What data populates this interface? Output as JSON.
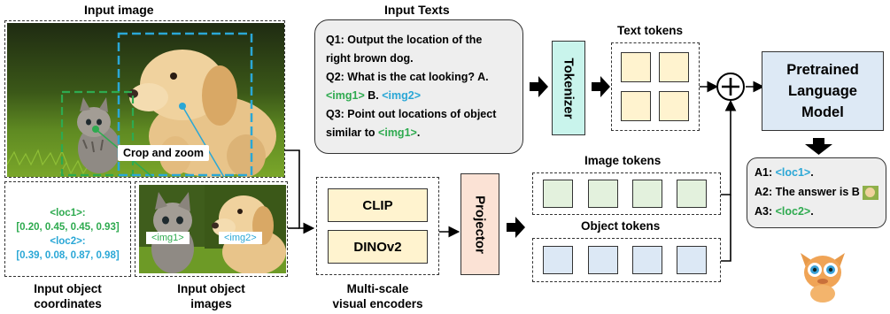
{
  "input_image": {
    "title": "Input image",
    "crop_label": "Crop and zoom"
  },
  "coords": {
    "loc1_tag": "<loc1>:",
    "loc1_value": "[0.20, 0.45, 0.45, 0.93]",
    "loc2_tag": "<loc2>:",
    "loc2_value": "[0.39, 0.08, 0.87, 0.98]",
    "caption_line1": "Input object",
    "caption_line2": "coordinates"
  },
  "object_images": {
    "img1_label": "<img1>",
    "img2_label": "<img2>",
    "caption_line1": "Input object",
    "caption_line2": "images"
  },
  "input_texts": {
    "title": "Input Texts",
    "q1_a": "Q1: Output the location of the",
    "q1_b": "right brown dog.",
    "q2_a": "Q2: What is the cat looking? A.",
    "q2_img1": "<img1>",
    "q2_mid": " B. ",
    "q2_img2": "<img2>",
    "q3_a": "Q3: Point out locations of object",
    "q3_b": "similar to ",
    "q3_img1": "<img1>",
    "q3_end": "."
  },
  "tokenizer": {
    "label": "Tokenizer"
  },
  "text_tokens": {
    "title": "Text tokens"
  },
  "image_tokens": {
    "title": "Image tokens"
  },
  "object_tokens": {
    "title": "Object tokens"
  },
  "encoders": {
    "clip": "CLIP",
    "dino": "DINOv2",
    "caption_line1": "Multi-scale",
    "caption_line2": "visual encoders"
  },
  "projector": {
    "label": "Projector"
  },
  "plus_symbol": "+",
  "llm": {
    "line1": "Pretrained",
    "line2": "Language",
    "line3": "Model"
  },
  "answers": {
    "a1_prefix": "A1: ",
    "a1_tag": "<loc1>",
    "a1_end": ".",
    "a2_text": "A2: The answer is B",
    "a3_prefix": "A3: ",
    "a3_tag": "<loc2>",
    "a3_end": "."
  },
  "colors": {
    "green_tag": "#2eaa4f",
    "blue_tag": "#2aa7d6",
    "tokenizer_fill": "#c9f4ec",
    "text_token_fill": "#fff3cf",
    "image_token_fill": "#e3f1dd",
    "object_token_fill": "#dce8f5",
    "projector_fill": "#fbe2d5",
    "llm_fill": "#dde9f5",
    "encoder_fill": "#fff3cf",
    "answers_fill": "#eeeeee"
  }
}
